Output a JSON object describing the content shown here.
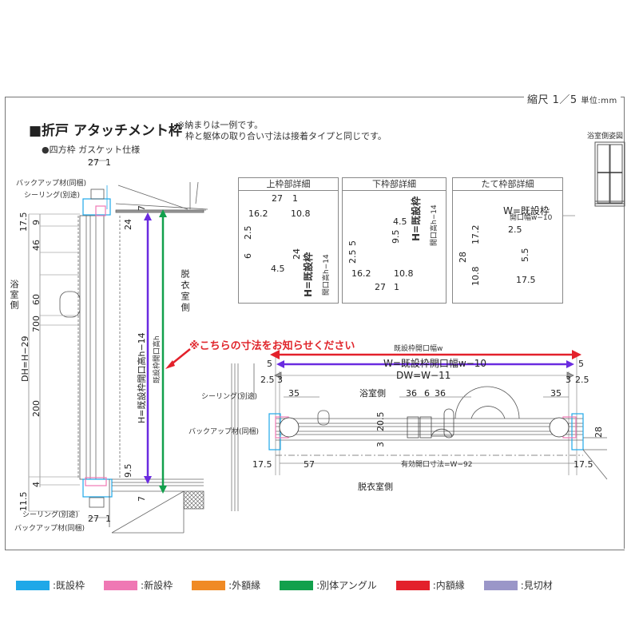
{
  "header": {
    "scale_label": "縮尺 1／5",
    "unit_label": "単位:mm",
    "title": "■折戸 アタッチメント枠",
    "note_line1": "※納まりは一例です。",
    "note_line2": "枠と躯体の取り合い寸法は接着タイプと同じです。",
    "subtitle": "●四方枠 ガスケット仕様"
  },
  "elevation": {
    "label": "浴室側姿図"
  },
  "vertical_section": {
    "top_dims": {
      "a": "27",
      "b": "1"
    },
    "bottom_dims": {
      "a": "27",
      "b": "1"
    },
    "label_backup_top": "バックアップ材(同梱)",
    "label_sealing_top": "シーリング(別途)",
    "label_sealing_bottom": "シーリング(別途)",
    "label_backup_bottom": "バックアップ材(同梱)",
    "left_dims": [
      "17.5",
      "9",
      "46",
      "60",
      "700",
      "200",
      "4",
      "11.5"
    ],
    "dh_label": "DH=H−29",
    "bath_side": "浴室側",
    "dressing_side": "脱衣室側",
    "dim_7_top": "7",
    "dim_24": "24",
    "dim_9_5": "9.5",
    "dim_7_bottom": "7",
    "h_label": "H=既設枠開口高h−14",
    "h_existing_label": "既設枠開口高h"
  },
  "detail_panels": [
    {
      "title": "上枠部詳細",
      "dims": [
        "27",
        "1",
        "16.2",
        "10.8",
        "2.5",
        "6",
        "24",
        "4.5"
      ],
      "h_label": "H=既設枠",
      "h_sub": "開口高h−14"
    },
    {
      "title": "下枠部詳細",
      "dims": [
        "4.5",
        "9.5",
        "5",
        "2.5",
        "16.2",
        "10.8",
        "27",
        "1"
      ],
      "h_label": "H=既設枠",
      "h_sub": "開口高h−14"
    },
    {
      "title": "たて枠部詳細",
      "dims": [
        "2.5",
        "17.2",
        "28",
        "5.5",
        "10.8",
        "17.5"
      ],
      "w_label": "W=既設枠",
      "w_sub": "開口幅w−10"
    }
  ],
  "horizontal_section": {
    "callout": "※こちらの寸法をお知らせください",
    "existing_width_label": "既設枠開口幅w",
    "w_label": "W=既設枠開口幅w−10",
    "dw_label": "DW=W−11",
    "left_dims": [
      "5",
      "2.5",
      "3"
    ],
    "right_dims": [
      "5",
      "3",
      "2.5"
    ],
    "top_dims": [
      "35",
      "36",
      "6",
      "36",
      "35"
    ],
    "bath_side": "浴室側",
    "dressing_side": "脱衣室側",
    "dim_20_5": "20.5",
    "dim_3": "3",
    "dim_28": "28",
    "bottom_left": "17.5",
    "bottom_57": "57",
    "effective_label": "有効開口寸法=W−92",
    "bottom_right": "17.5",
    "label_sealing": "シーリング(別途)",
    "label_backup": "バックアップ材(同梱)"
  },
  "legend": [
    {
      "label": ":既設枠",
      "color": "#1fa8e8"
    },
    {
      "label": ":新設枠",
      "color": "#ef78b4"
    },
    {
      "label": ":外額縁",
      "color": "#f08a24"
    },
    {
      "label": ":別体アングル",
      "color": "#12a04c"
    },
    {
      "label": ":内額縁",
      "color": "#e3212b"
    },
    {
      "label": ":見切材",
      "color": "#9a96c8"
    }
  ],
  "colors": {
    "existing_frame": "#1fa8e8",
    "new_frame": "#ef78b4",
    "angle": "#12a04c",
    "inner": "#e3212b",
    "w_arrow": "#6a2be0"
  }
}
